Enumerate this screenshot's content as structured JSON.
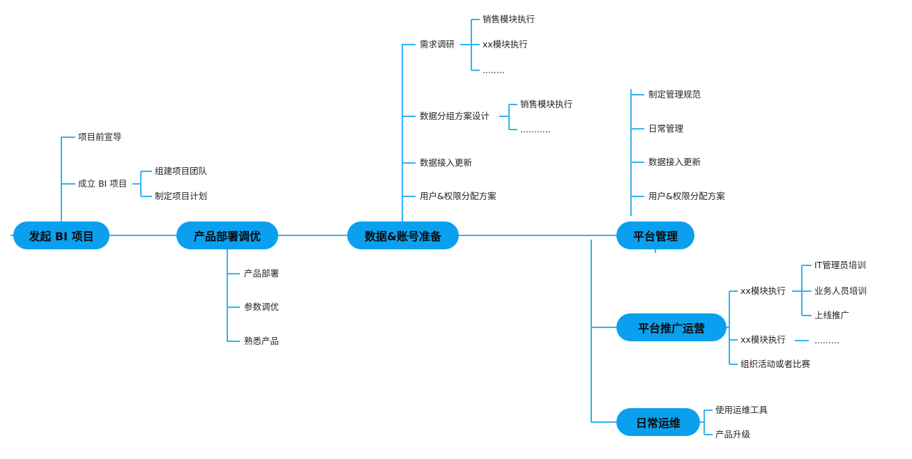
{
  "colors": {
    "line": "#2fb3f0",
    "pill": "#0aa0ef",
    "text": "#222222"
  },
  "main_nodes": {
    "start": "发起 BI 项目",
    "deploy": "产品部署调优",
    "data": "数据&账号准备",
    "platform": "平台管理",
    "promo": "平台推广运营",
    "ops": "日常运维"
  },
  "start_branch": {
    "promo_before": "项目前宣导",
    "setup": "成立 BI 项目",
    "team": "组建项目团队",
    "plan": "制定项目计划"
  },
  "deploy_branch": {
    "product_deploy": "产品部署",
    "param_tune": "参数调优",
    "familiar": "熟悉产品"
  },
  "data_branch": {
    "research": "需求调研",
    "sales_exec": "销售模块执行",
    "xx_exec": "xx模块执行",
    "ellipsis1": "........",
    "grouping": "数据分组方案设计",
    "sales_exec2": "销售模块执行",
    "ellipsis2": "...........",
    "access": "数据接入更新",
    "permissions": "用户&权限分配方案"
  },
  "platform_branch": {
    "rules": "制定管理规范",
    "daily": "日常管理",
    "access": "数据接入更新",
    "permissions": "用户&权限分配方案"
  },
  "promo_branch": {
    "xx_exec1": "xx模块执行",
    "it_training": "IT管理员培训",
    "biz_training": "业务人员培训",
    "go_live": "上线推广",
    "xx_exec2": "xx模块执行",
    "ellipsis": ".........",
    "activities": "组织活动或者比赛"
  },
  "ops_branch": {
    "tools": "使用运维工具",
    "upgrade": "产品升级"
  }
}
